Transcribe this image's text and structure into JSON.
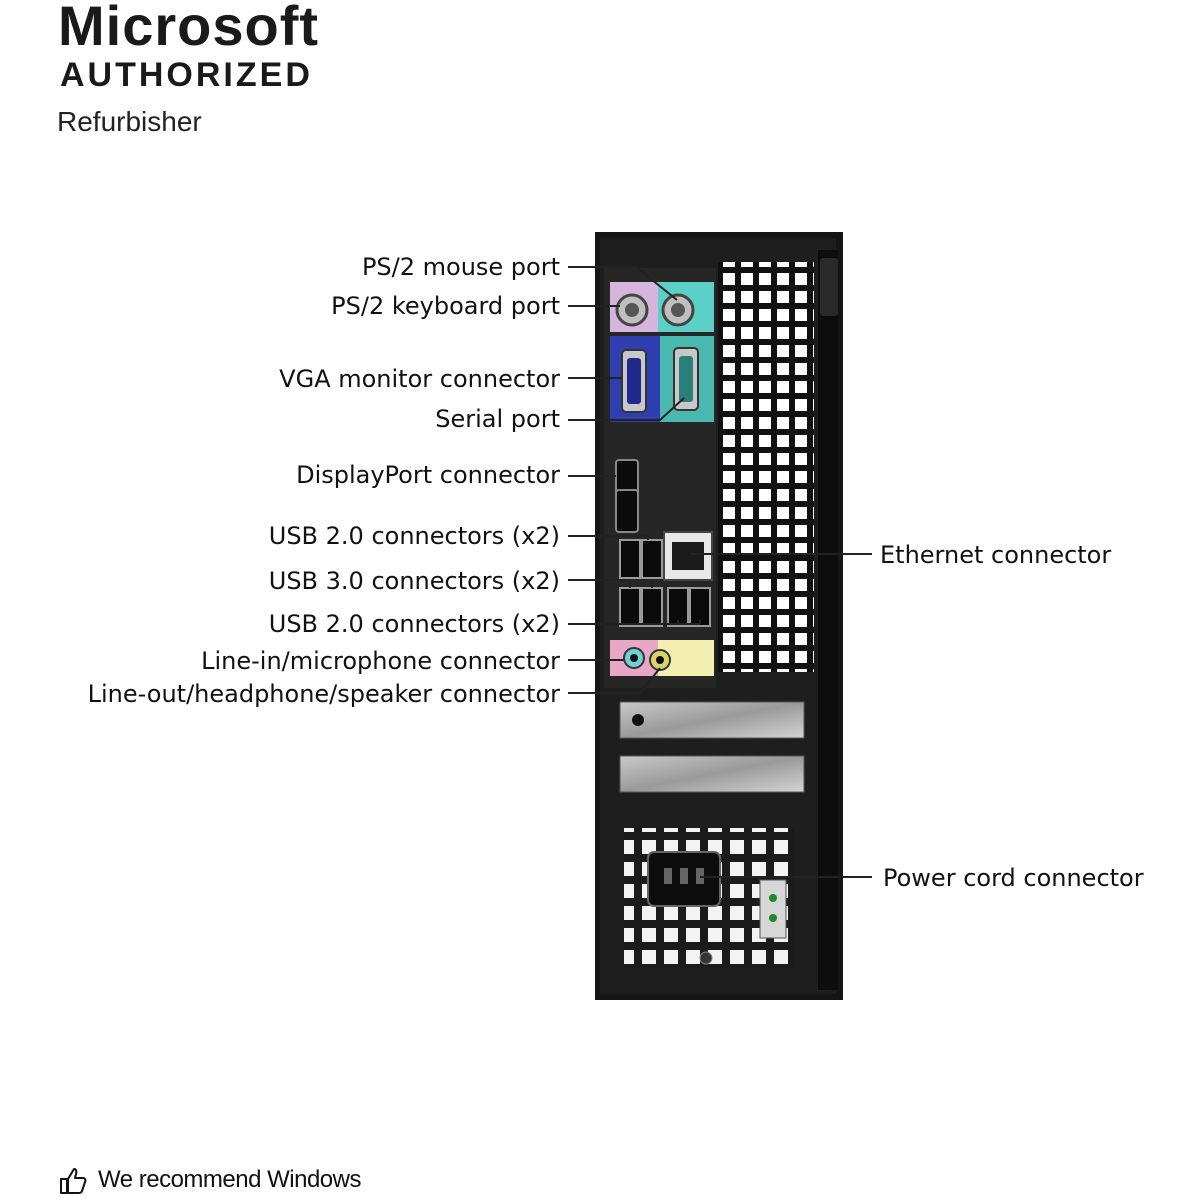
{
  "brand": {
    "line1": "Microsoft",
    "line2": "AUTHORIZED",
    "line3": "Refurbisher"
  },
  "callouts": {
    "left": [
      "PS/2 mouse port",
      "PS/2 keyboard port",
      "VGA monitor connector",
      "Serial port",
      "DisplayPort connector",
      "USB 2.0 connectors (x2)",
      "USB 3.0 connectors (x2)",
      "USB 2.0 connectors (x2)",
      "Line-in/microphone connector",
      "Line-out/headphone/speaker connector"
    ],
    "right": [
      "Ethernet connector",
      "Power cord connector"
    ]
  },
  "footer": {
    "text": "We recommend Windows"
  },
  "icons": {
    "footer_icon": "thumbs-up-icon"
  }
}
